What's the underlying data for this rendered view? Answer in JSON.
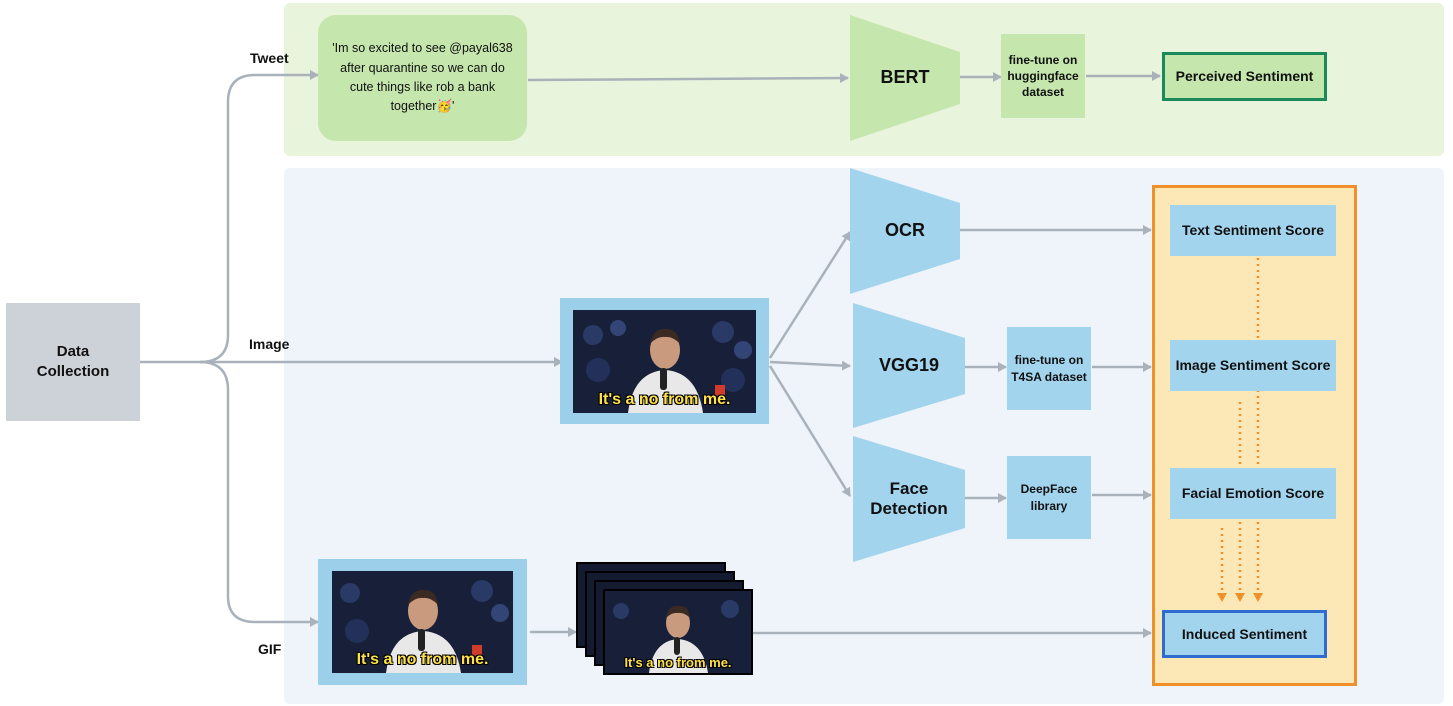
{
  "nodes": {
    "data_collection": "Data\nCollection",
    "tweet_text": "'Im so excited to see @payal638 after quarantine so we can do cute things like rob a bank together🥳'",
    "bert": "BERT",
    "finetune_hf": "fine-tune on huggingface dataset",
    "perceived": "Perceived Sentiment",
    "ocr": "OCR",
    "vgg19": "VGG19",
    "face_detection": "Face\nDetection",
    "finetune_t4sa": "fine-tune on T4SA dataset",
    "deepface": "DeepFace library",
    "text_score": "Text Sentiment Score",
    "image_score": "Image Sentiment Score",
    "facial_score": "Facial Emotion Score",
    "induced": "Induced Sentiment"
  },
  "labels": {
    "tweet": "Tweet",
    "image": "Image",
    "gif": "GIF"
  },
  "meme_caption": "It's a no from me.",
  "colors": {
    "tweet_panel": "#e8f5dc",
    "visual_panel": "#eef4f9",
    "green_box": "#c5e6ac",
    "blue_box": "#a3d4ee",
    "gray_box": "#cdd1d8",
    "arrow": "#a9b1bb",
    "orange": "#f0902a",
    "orange_fill": "#fce8b6",
    "perceived_border": "#1a8a5a",
    "induced_border": "#2f6ccf"
  }
}
